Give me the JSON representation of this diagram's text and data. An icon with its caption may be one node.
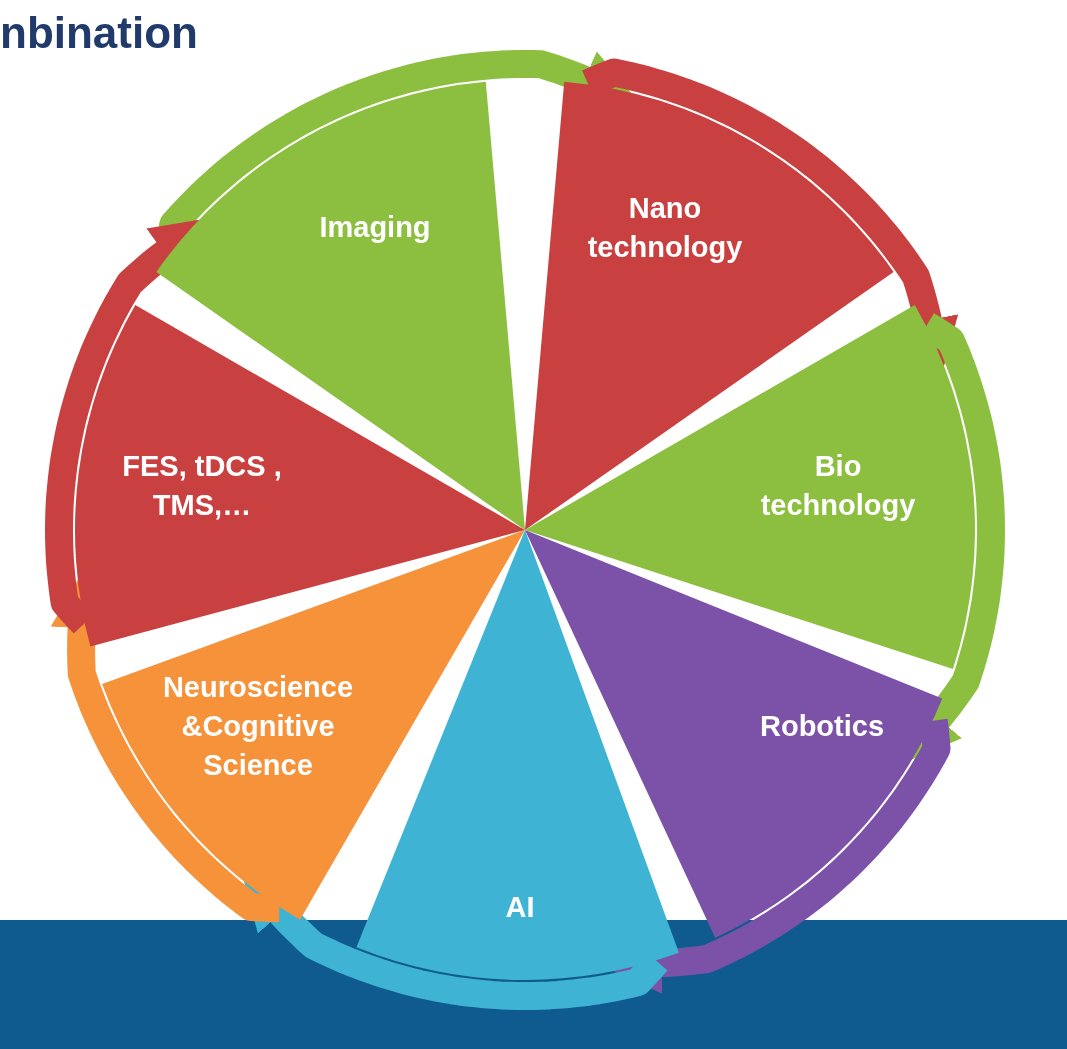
{
  "diagram": {
    "title": "nbination",
    "nodes": [
      {
        "text": [
          "Imaging"
        ]
      },
      {
        "text": [
          "Nano technology"
        ]
      },
      {
        "text": [
          "Bio technology"
        ]
      },
      {
        "text": [
          "Robotics"
        ]
      },
      {
        "text": [
          "AI"
        ]
      },
      {
        "text": [
          "Neuroscience &Cognitive Science"
        ]
      },
      {
        "text": [
          "FES, tDCS , TMS,…"
        ]
      }
    ],
    "edges": [
      {
        "from": 0,
        "to": 1,
        "arrow": "to",
        "color": "#8cbf3f"
      },
      {
        "from": 1,
        "to": 2,
        "arrow": "to",
        "color": "#c94040"
      },
      {
        "from": 2,
        "to": 3,
        "arrow": "to",
        "color": "#8cbf3f"
      },
      {
        "from": 3,
        "to": 4,
        "arrow": "to",
        "color": "#7b52a8"
      },
      {
        "from": 4,
        "to": 5,
        "arrow": "to",
        "color": "#3fb3d4"
      },
      {
        "from": 5,
        "to": 6,
        "arrow": "to",
        "color": "#f5923a"
      },
      {
        "from": 6,
        "to": 0,
        "arrow": "to",
        "color": "#c94040"
      }
    ]
  }
}
